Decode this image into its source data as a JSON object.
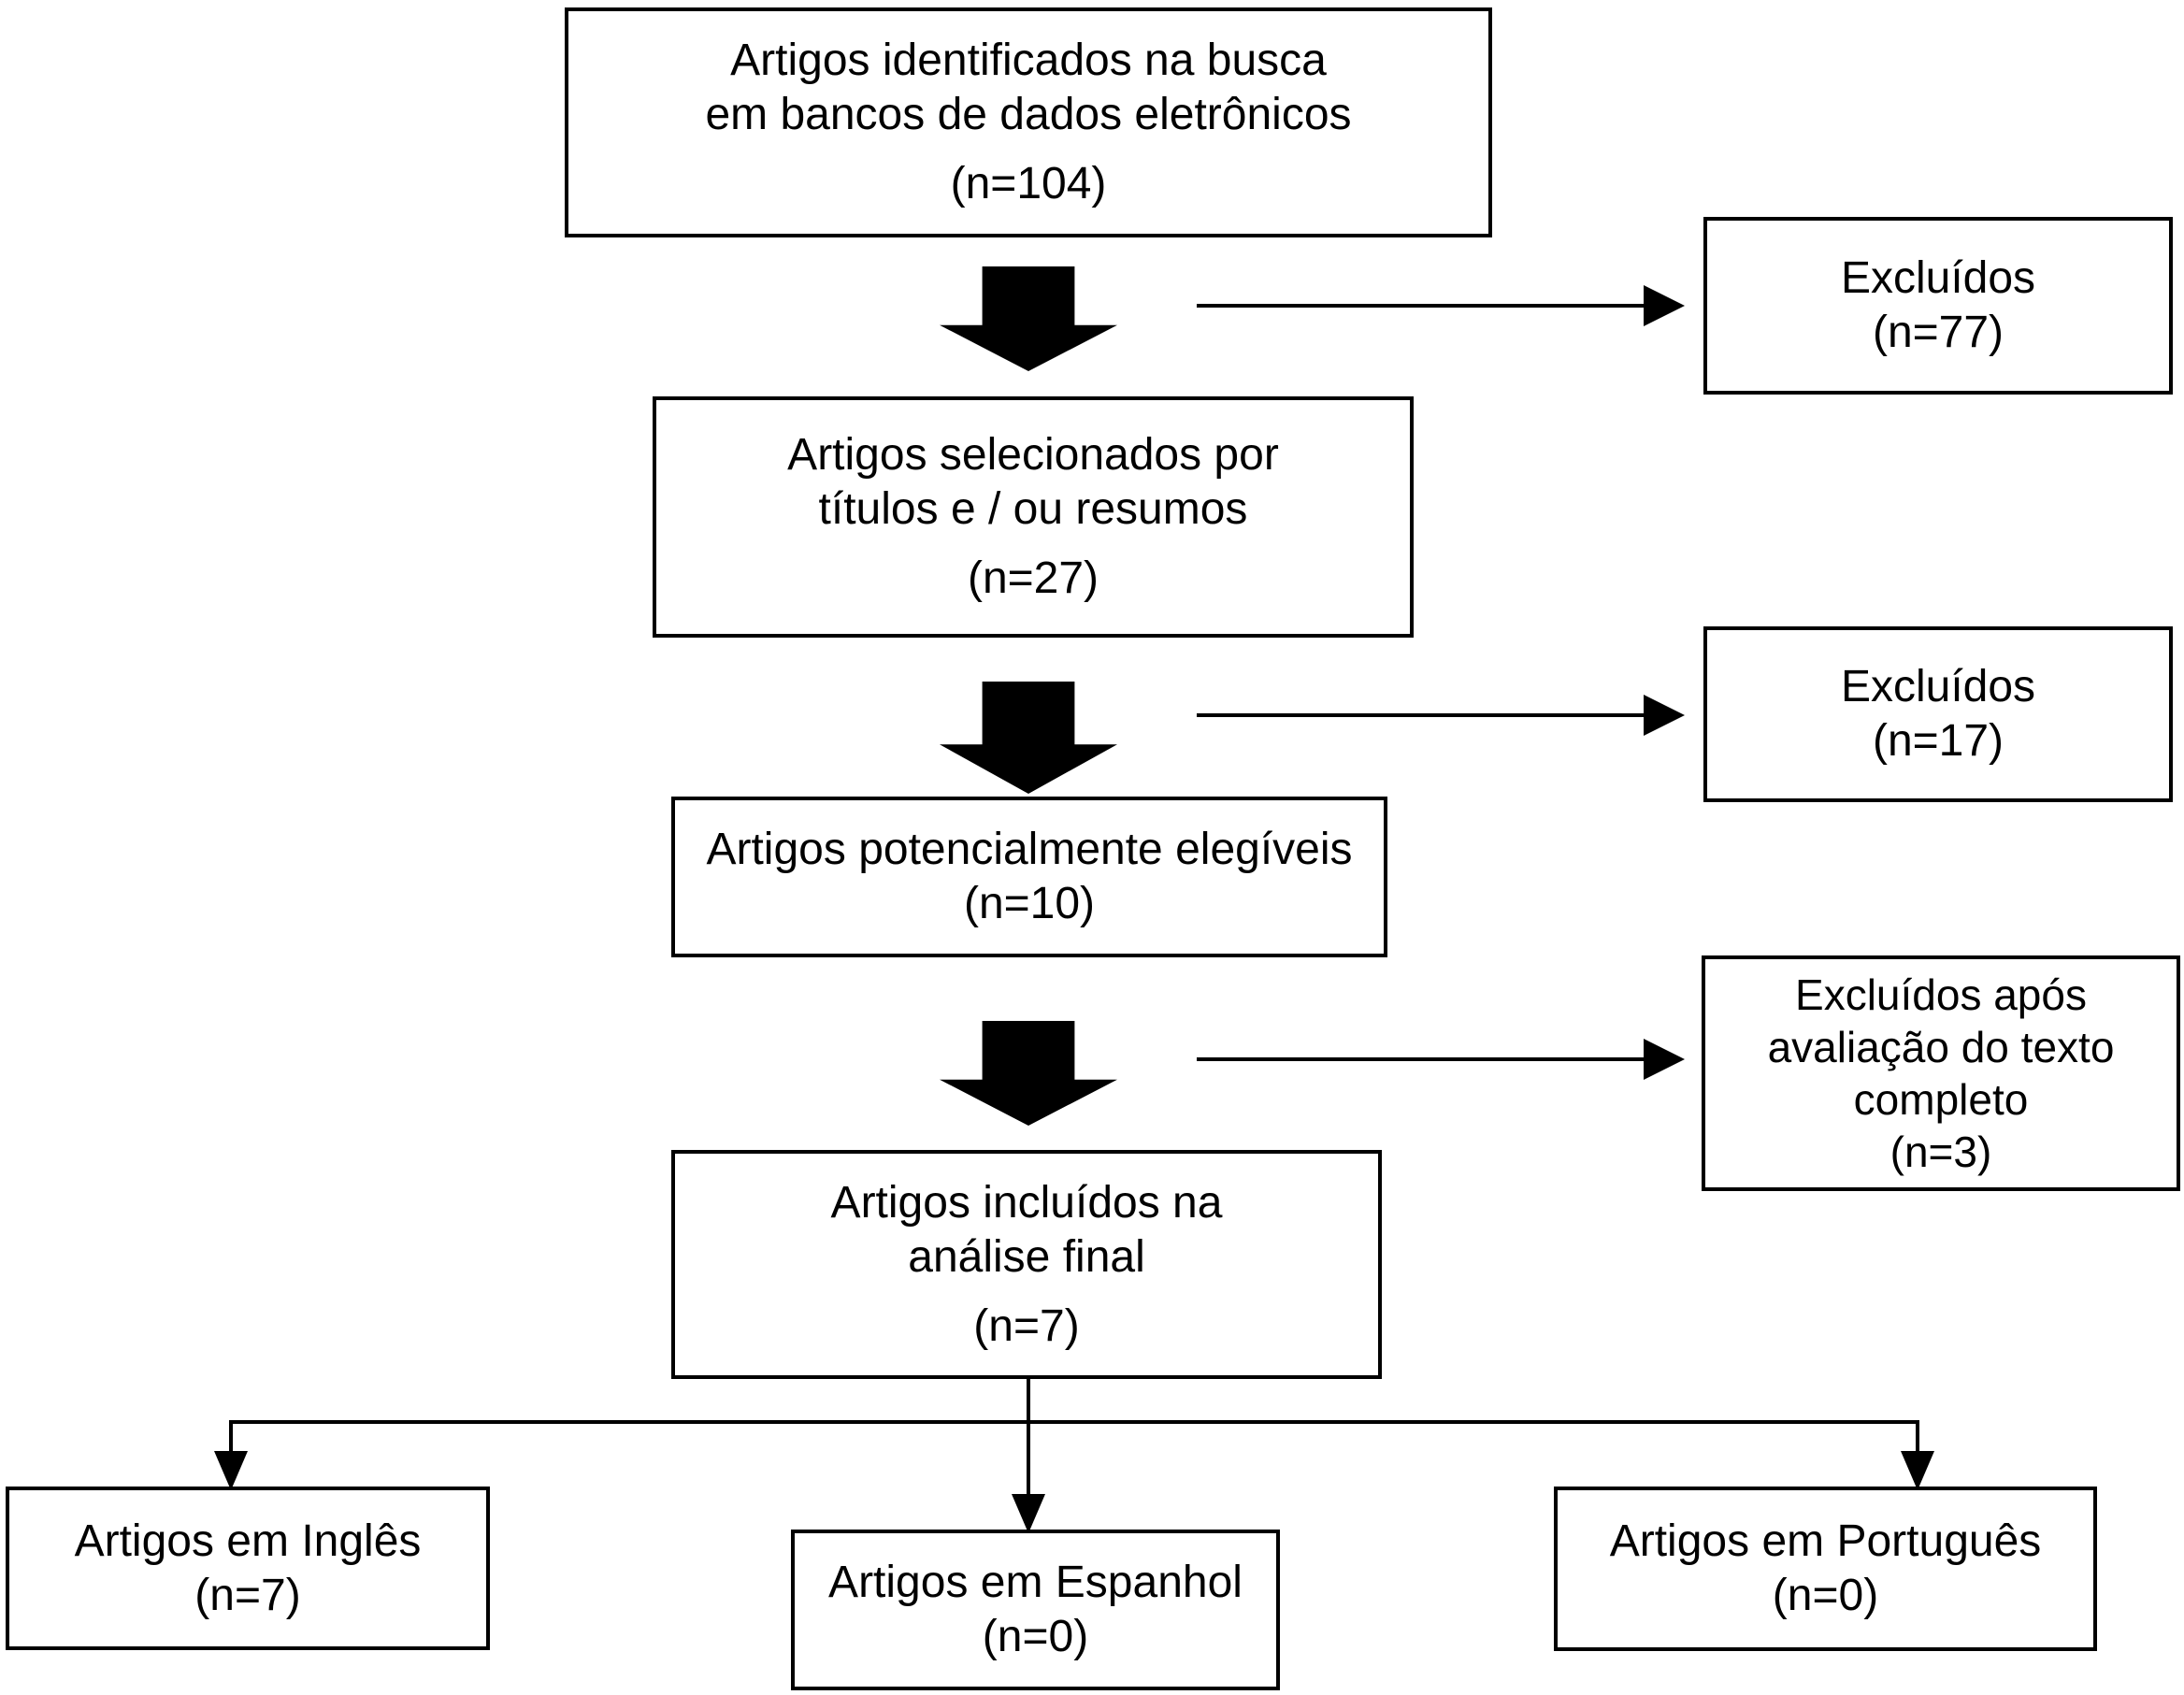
{
  "flowchart": {
    "background_color": "#ffffff",
    "box_border_color": "#000000",
    "text_color": "#000000",
    "arrow_color": "#000000",
    "main_boxes": [
      {
        "name": "identified",
        "lines": [
          "Artigos identificados na busca",
          "em bancos de dados eletrônicos"
        ],
        "count": "(n=104)"
      },
      {
        "name": "selected",
        "lines": [
          "Artigos selecionados por",
          "títulos e / ou resumos"
        ],
        "count": "(n=27)"
      },
      {
        "name": "eligible",
        "lines": [
          "Artigos potencialmente elegíveis"
        ],
        "count": "(n=10)"
      },
      {
        "name": "included",
        "lines": [
          "Artigos incluídos na",
          "análise final"
        ],
        "count": "(n=7)"
      }
    ],
    "exclusion_boxes": [
      {
        "name": "excluded-after-search",
        "lines": [
          "Excluídos"
        ],
        "count": "(n=77)"
      },
      {
        "name": "excluded-after-titles",
        "lines": [
          "Excluídos"
        ],
        "count": "(n=17)"
      },
      {
        "name": "excluded-after-fulltext",
        "lines": [
          "Excluídos após",
          "avaliação do texto",
          "completo"
        ],
        "count": "(n=3)"
      }
    ],
    "language_boxes": [
      {
        "name": "english",
        "lines": [
          "Artigos em Inglês"
        ],
        "count": "(n=7)"
      },
      {
        "name": "spanish",
        "lines": [
          "Artigos em Espanhol"
        ],
        "count": "(n=0)"
      },
      {
        "name": "portuguese",
        "lines": [
          "Artigos em Português"
        ],
        "count": "(n=0)"
      }
    ]
  }
}
